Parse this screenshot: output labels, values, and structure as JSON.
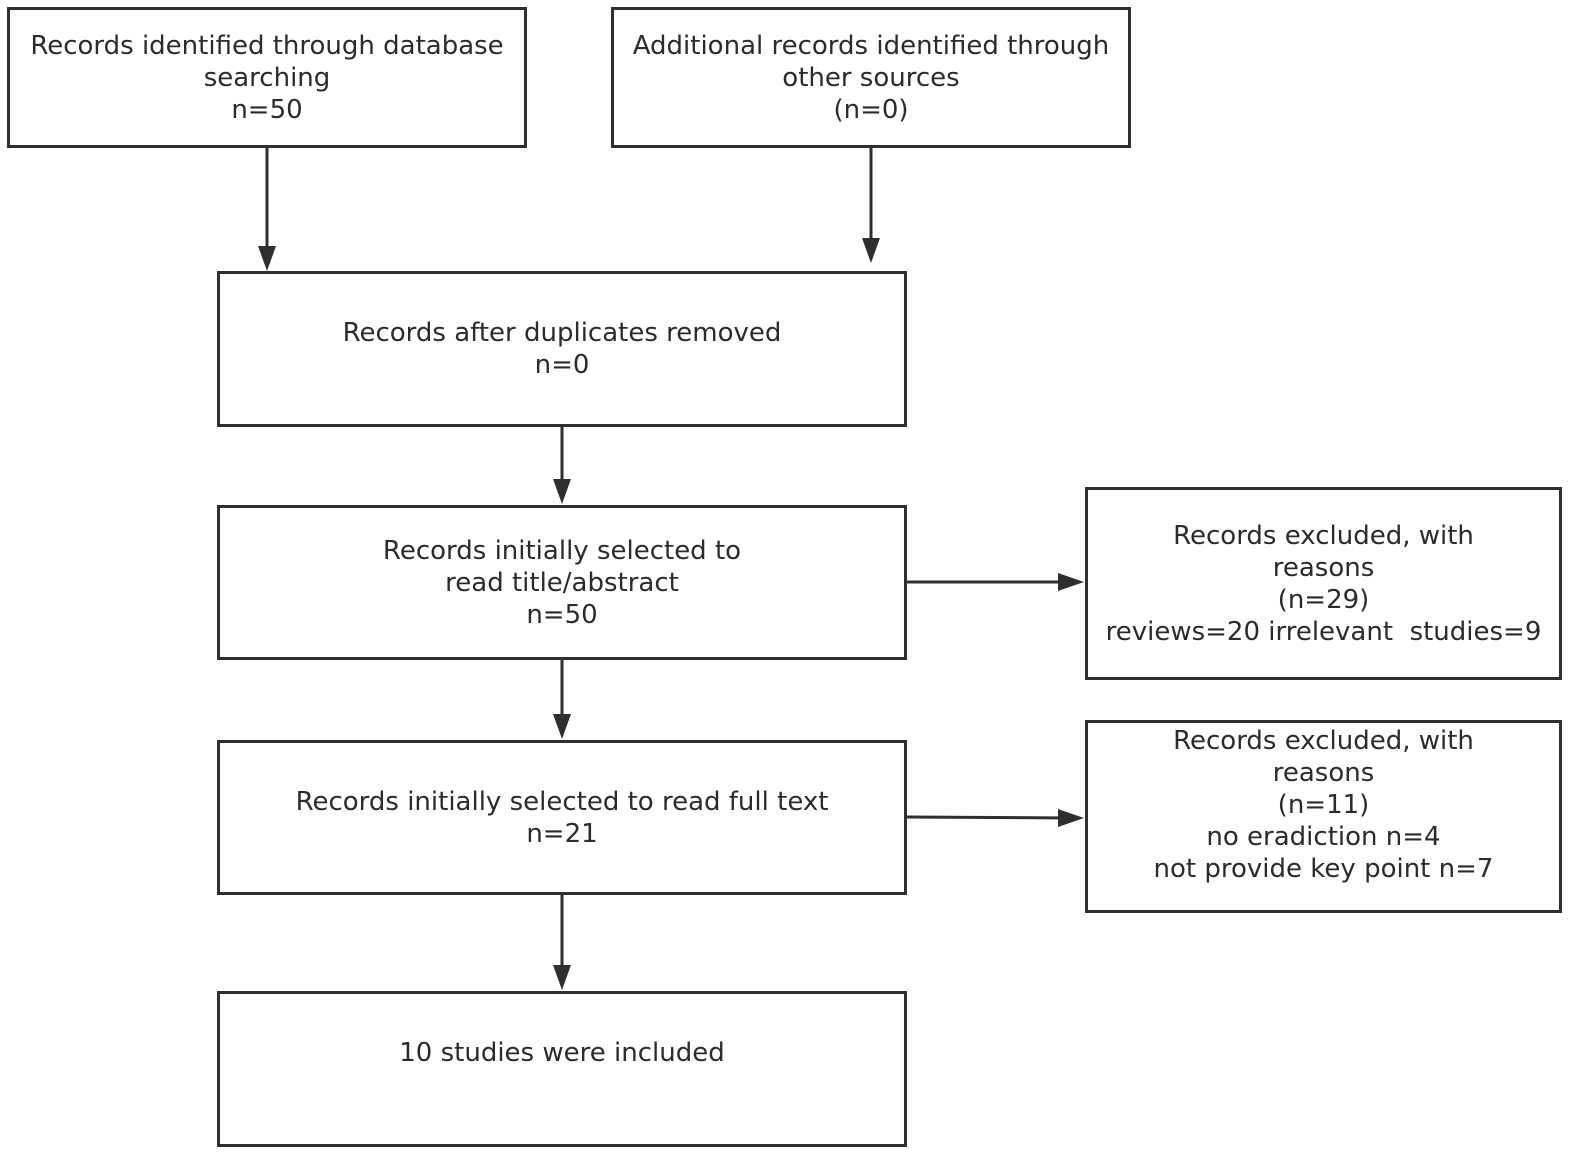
{
  "boxes": {
    "database_search": {
      "lines": [
        "Records identified through database",
        "searching",
        "n=50"
      ]
    },
    "other_sources": {
      "lines": [
        "Additional records identified through",
        "other sources",
        "(n=0)"
      ]
    },
    "duplicates_removed": {
      "lines": [
        "Records after duplicates removed",
        "n=0"
      ]
    },
    "title_abstract": {
      "lines": [
        "Records initially selected to",
        "read title/abstract",
        "n=50"
      ]
    },
    "excluded_1": {
      "lines": [
        "Records excluded, with",
        "reasons",
        "(n=29)",
        "reviews=20 irrelevant  studies=9"
      ]
    },
    "full_text": {
      "lines": [
        "Records initially selected to read full text",
        "n=21"
      ]
    },
    "excluded_2": {
      "lines": [
        "Records excluded, with",
        "reasons",
        "(n=11)",
        "no eradiction n=4",
        "not provide key point n=7"
      ]
    },
    "included": {
      "lines": [
        "10 studies were included"
      ]
    }
  },
  "colors": {
    "stroke": "#2f2f2f",
    "text": "#2b2b2b",
    "background": "#ffffff"
  }
}
